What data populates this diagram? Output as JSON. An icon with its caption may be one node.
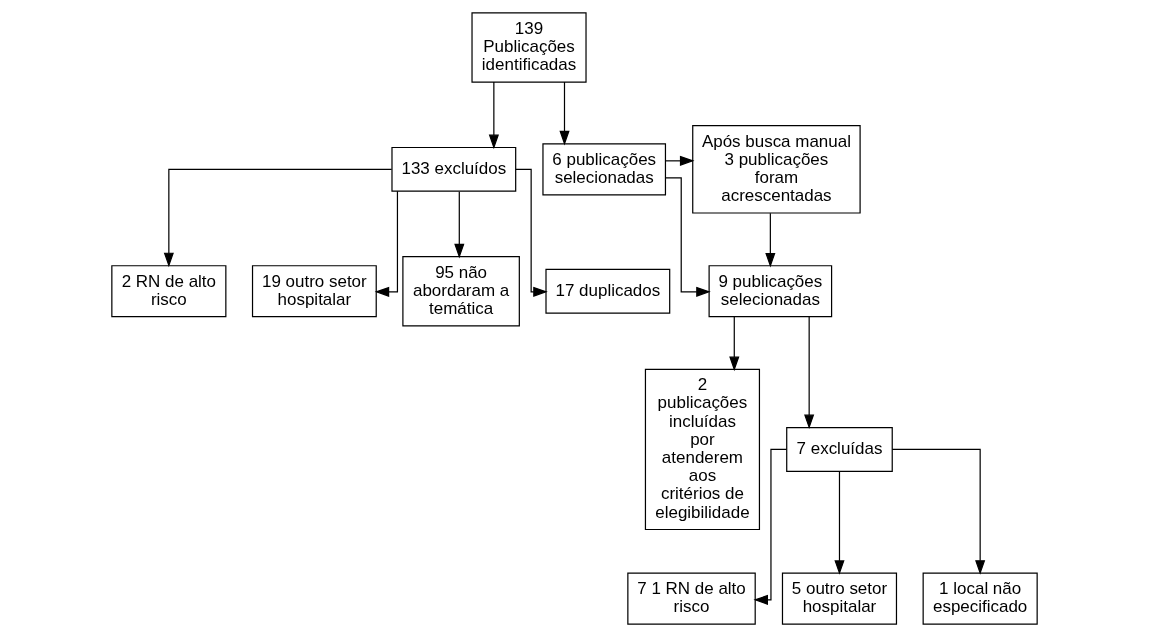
{
  "diagram": {
    "nodes": [
      {
        "text": [
          "139 Publicações identificadas"
        ]
      },
      {
        "text": [
          "133 excluídos"
        ]
      },
      {
        "text": [
          "6 publicações selecionadas"
        ]
      },
      {
        "text": [
          "Após busca manual 3 publicações foram acrescentadas"
        ]
      },
      {
        "text": [
          "2 RN de alto risco"
        ]
      },
      {
        "text": [
          "19 outro setor hospitalar"
        ]
      },
      {
        "text": [
          "95 não abordaram a temática"
        ]
      },
      {
        "text": [
          "17 duplicados"
        ]
      },
      {
        "text": [
          "9 publicações selecionadas"
        ]
      },
      {
        "text": [
          "2 publicações incluídas por atenderem aos critérios de elegibilidade"
        ]
      },
      {
        "text": [
          "7 excluídas"
        ]
      },
      {
        "text": [
          "7 1 RN de alto risco"
        ]
      },
      {
        "text": [
          "5 outro setor hospitalar"
        ]
      },
      {
        "text": [
          "1 local não especificado"
        ]
      }
    ],
    "edges": [
      {
        "from": 0,
        "to": 1,
        "arrow": "to"
      },
      {
        "from": 0,
        "to": 2,
        "arrow": "to"
      },
      {
        "from": 2,
        "to": 3,
        "arrow": "to"
      },
      {
        "from": 1,
        "to": 4,
        "arrow": "to"
      },
      {
        "from": 1,
        "to": 5,
        "arrow": "to"
      },
      {
        "from": 1,
        "to": 6,
        "arrow": "to"
      },
      {
        "from": 1,
        "to": 7,
        "arrow": "to"
      },
      {
        "from": 2,
        "to": 8,
        "arrow": "to"
      },
      {
        "from": 3,
        "to": 8,
        "arrow": "to"
      },
      {
        "from": 8,
        "to": 10,
        "arrow": "to"
      },
      {
        "from": 8,
        "to": 9,
        "arrow": "to"
      },
      {
        "from": 10,
        "to": 11,
        "arrow": "to"
      },
      {
        "from": 10,
        "to": 12,
        "arrow": "to"
      },
      {
        "from": 10,
        "to": 13,
        "arrow": "to"
      }
    ]
  }
}
